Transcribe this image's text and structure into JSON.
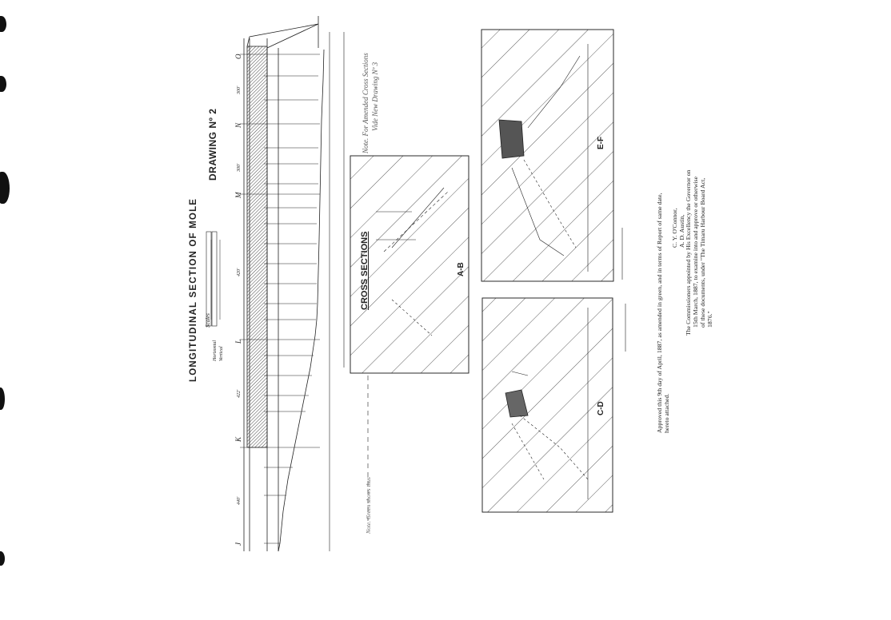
{
  "drawing": {
    "title": "LONGITUDINAL SECTION OF MOLE",
    "drawing_number": "DRAWING Nº 2",
    "scales_label": "Scales",
    "scale_horizontal": "Horizontal",
    "scale_vertical": "Vertical",
    "cross_sections_title": "CROSS SECTIONS",
    "note_amended_line1": "Note. For Amended Cross Sections",
    "note_amended_line2": "Vide New Drawing Nº 3",
    "note_green": "Note. Green shows thus",
    "section_labels": [
      "A-B",
      "C-D",
      "E-F"
    ],
    "chainage_letters": [
      "J",
      "K",
      "L",
      "M",
      "N",
      "O"
    ],
    "chainage_spans": [
      "440'",
      "422'",
      "420'",
      "300'",
      "300'"
    ]
  },
  "approval": {
    "line1": "Approved this 9th day of April, 1887, as amended in green, and in terms of Report of same date,",
    "line2": "hereto attached.",
    "sig1": "C. Y. O'Connor,",
    "sig2": "A. D. Austin,",
    "comm1": "The Commissioners appointed by His Excellency the Governor on",
    "comm2": "15th March, 1887, to examine into and approve or otherwise",
    "comm3": "of these documents, under \"The Timaru Harbour Board Act,",
    "comm4": "1876.\""
  },
  "colors": {
    "ink": "#222222",
    "paper": "#ffffff",
    "hatch_fill": "#555555"
  }
}
